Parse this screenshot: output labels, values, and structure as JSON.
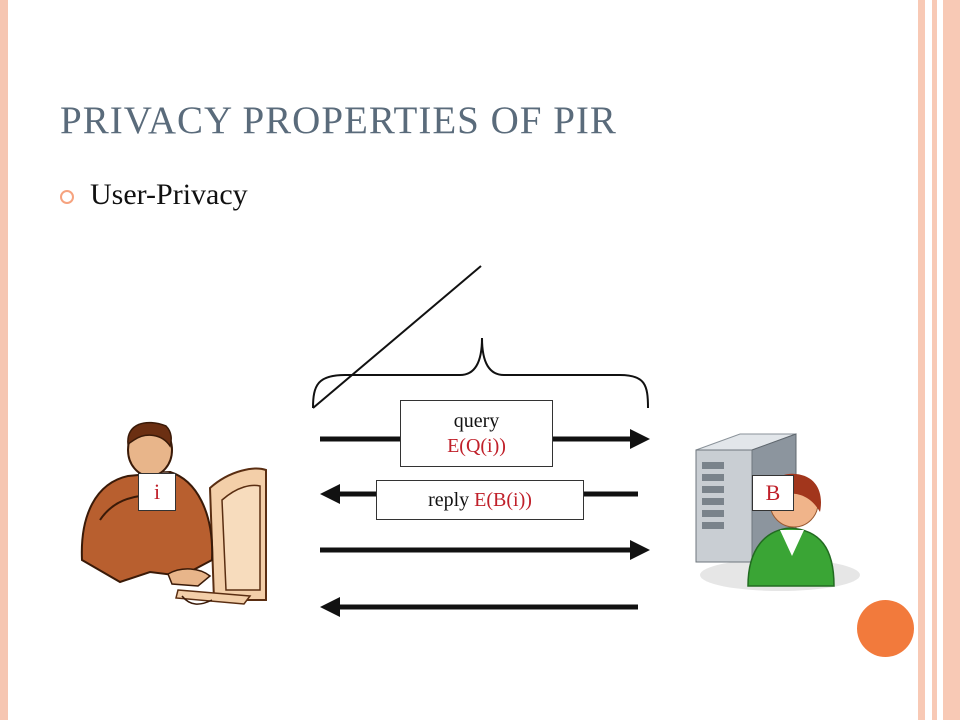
{
  "slide": {
    "title": "PRIVACY PROPERTIES OF PIR",
    "bullet": "User-Privacy"
  },
  "diagram": {
    "user_label": "i",
    "server_label": "B",
    "query_word": "query",
    "query_expr": "E(Q(i))",
    "reply_word": "reply",
    "reply_expr": "E(B(i))"
  },
  "colors": {
    "title": "#5a6b7b",
    "accent_red": "#c0202a",
    "frame": "#f8c9b5",
    "orange": "#f27a3c"
  }
}
